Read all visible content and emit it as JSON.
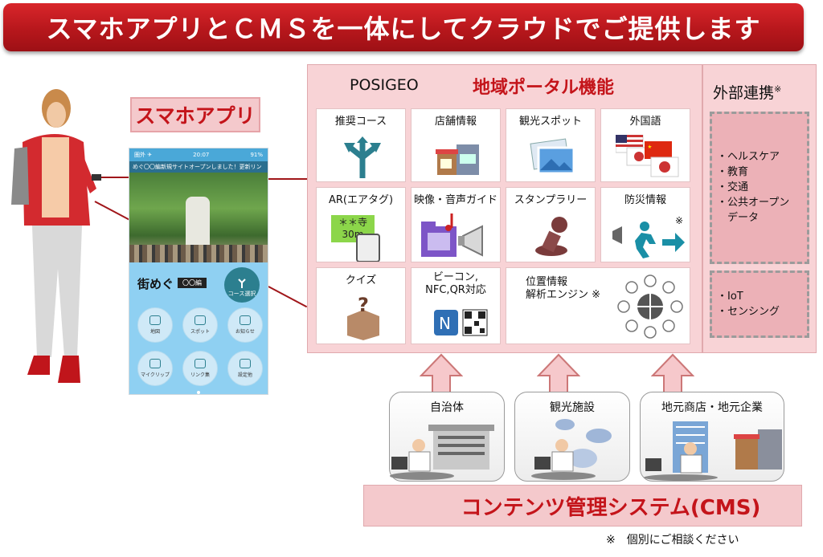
{
  "banner": {
    "title": "スマホアプリとＣＭＳを一体にしてクラウドでご提供します"
  },
  "app": {
    "label": "スマホアプリ",
    "status_left": "圏外 ✈",
    "status_time": "20:07",
    "status_right": "91%",
    "ticker": "めぐ〇〇編新規サイトオープンしました！更新リン",
    "title": "街めぐ",
    "tag": "〇〇編",
    "course_button": "コース選択",
    "buttons": [
      "地図",
      "スポット",
      "お知らせ",
      "マイクリップ",
      "リンク集",
      "設定他"
    ]
  },
  "portal": {
    "brand": "POSIGEO",
    "title": "地域ポータル機能",
    "tiles": {
      "course": "推奨コース",
      "shop": "店舗情報",
      "sight": "観光スポット",
      "lang": "外国語",
      "ar": "AR(エアタグ)",
      "ar_tag_line1": "＊＊寺",
      "ar_tag_line2": "30m",
      "video": "映像・音声ガイド",
      "stamp": "スタンプラリー",
      "disaster": "防災情報",
      "disaster_note": "※",
      "quiz": "クイズ",
      "beacon_line1": "ビーコン,",
      "beacon_line2": "NFC,QR対応",
      "location_line1": "位置情報",
      "location_line2": "解析エンジン ※"
    }
  },
  "external": {
    "title": "外部連携",
    "title_mark": "※",
    "items_a": [
      "・ヘルスケア",
      "・教育",
      "・交通",
      "・公共オープン",
      "　データ"
    ],
    "items_b": [
      "・IoT",
      "・センシング"
    ]
  },
  "stakeholders": {
    "municipality": "自治体",
    "tourism": "観光施設",
    "local_business": "地元商店・地元企業"
  },
  "cms": {
    "label": "コンテンツ管理システム(CMS)"
  },
  "footnote": "※　個別にご相談ください",
  "colors": {
    "accent_red": "#c4141a",
    "panel_pink": "#f8d3d6",
    "teal_icon": "#2c7f8f"
  }
}
